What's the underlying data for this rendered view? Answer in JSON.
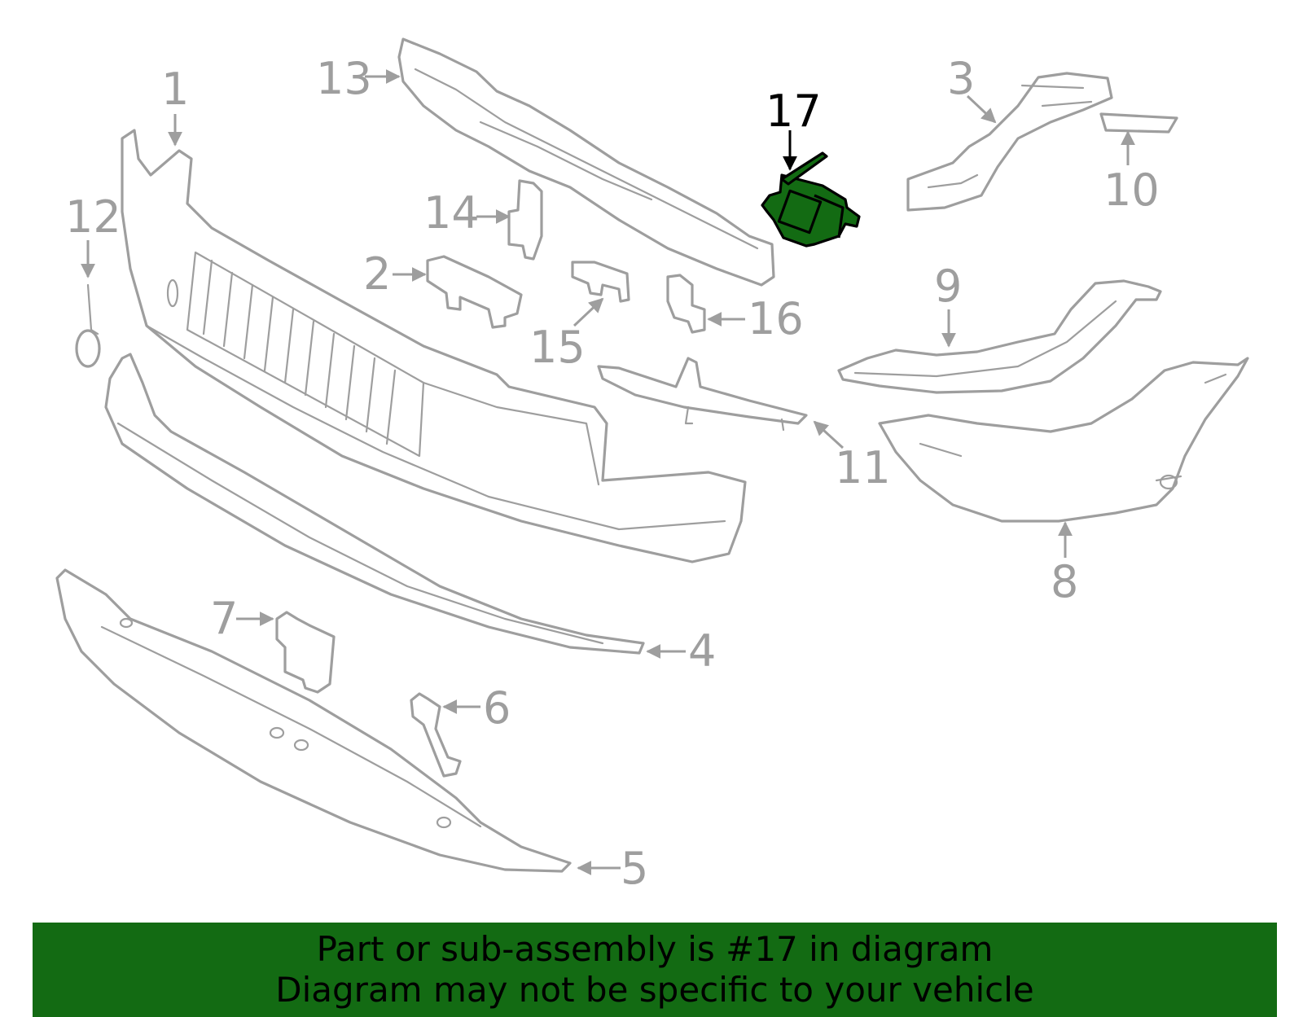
{
  "diagram": {
    "highlight_color": "#136b13",
    "line_color": "#9e9e9e",
    "highlighted_part": "17",
    "callouts": [
      {
        "id": "1",
        "label": "1"
      },
      {
        "id": "2",
        "label": "2"
      },
      {
        "id": "3",
        "label": "3"
      },
      {
        "id": "4",
        "label": "4"
      },
      {
        "id": "5",
        "label": "5"
      },
      {
        "id": "6",
        "label": "6"
      },
      {
        "id": "7",
        "label": "7"
      },
      {
        "id": "8",
        "label": "8"
      },
      {
        "id": "9",
        "label": "9"
      },
      {
        "id": "10",
        "label": "10"
      },
      {
        "id": "11",
        "label": "11"
      },
      {
        "id": "12",
        "label": "12"
      },
      {
        "id": "13",
        "label": "13"
      },
      {
        "id": "14",
        "label": "14"
      },
      {
        "id": "15",
        "label": "15"
      },
      {
        "id": "16",
        "label": "16"
      },
      {
        "id": "17",
        "label": "17"
      }
    ]
  },
  "banner": {
    "line1": "Part or sub-assembly is #17 in diagram",
    "line2": "Diagram may not be specific to your vehicle"
  }
}
